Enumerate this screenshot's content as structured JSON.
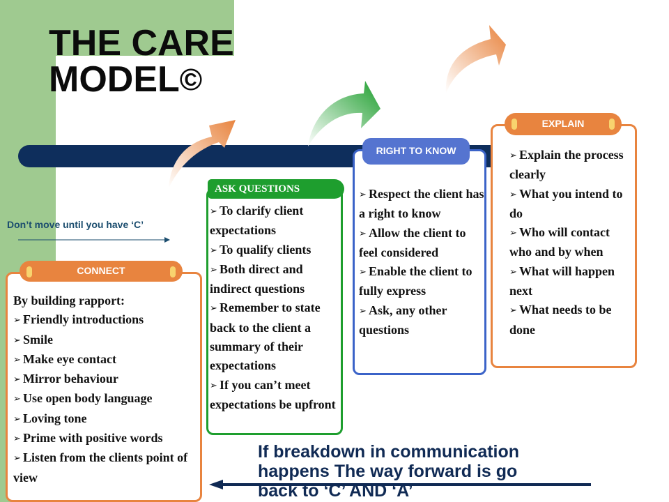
{
  "title": {
    "line1": "THE CARE",
    "line2": "MODEL",
    "mark": "©"
  },
  "note": "Don’t move until you have ‘C’",
  "connect": {
    "tab": "CONNECT",
    "intro": "By building rapport:",
    "items": [
      "Friendly introductions",
      "Smile",
      "Make eye contact",
      "Mirror behaviour",
      "Use open body language",
      "Loving tone",
      "Prime with positive words",
      "Listen from the clients point of view"
    ]
  },
  "ask": {
    "tab": "ASK QUESTIONS",
    "items": [
      "To clarify client expectations",
      "To qualify clients",
      "Both direct and indirect questions",
      "Remember to state back to the client a summary of their expectations",
      "If you can’t meet expectations be upfront"
    ]
  },
  "right": {
    "tab": "RIGHT TO KNOW",
    "items": [
      "Respect the client has a right to know",
      "Allow the client to feel considered",
      "Enable the client to fully express",
      "Ask, any other questions"
    ]
  },
  "explain": {
    "tab": "EXPLAIN",
    "items": [
      "Explain the process clearly",
      "What you intend to do",
      "Who will contact who and by when",
      "What will happen next",
      "What needs to be done"
    ]
  },
  "bottom": {
    "line1": "If breakdown in communication",
    "line2": "happens The way forward is go",
    "line3": "back to ‘C’ AND ‘A’"
  },
  "colors": {
    "orange": "#e8843f",
    "green": "#1e9e2e",
    "blue": "#3b63c8",
    "navy": "#0e2e5c",
    "sage": "#9fca90"
  },
  "icons": {
    "bullet": "arrowhead-bullet-icon",
    "step": "curved-arrow-icon"
  }
}
